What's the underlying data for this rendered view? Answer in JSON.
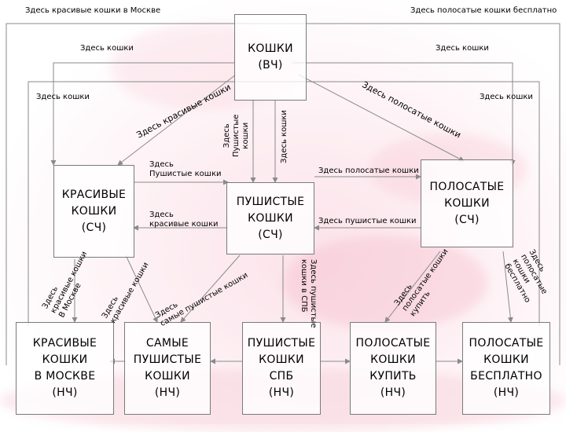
{
  "header": {
    "left": "Здесь красивые кошки в Москве",
    "right": "Здесь полосатые кошки бесплатно"
  },
  "nodes": {
    "root": "КОШКИ\n(ВЧ)",
    "krasivye_sch": "КРАСИВЫЕ\nКОШКИ\n(СЧ)",
    "pushistye_sch": "ПУШИСТЫЕ\nКОШКИ\n(СЧ)",
    "polosatye_sch": "ПОЛОСАТЫЕ\nКОШКИ\n(СЧ)",
    "krasivye_moskva": "КРАСИВЫЕ\nКОШКИ\nВ МОСКВЕ\n(НЧ)",
    "samye_pushistye": "САМЫЕ\nПУШИСТЫЕ\nКОШКИ\n(НЧ)",
    "pushistye_spb": "ПУШИСТЫЕ\nКОШКИ\nСПБ\n(НЧ)",
    "polosatye_kupit": "ПОЛОСАТЫЕ\nКОШКИ\nКУПИТЬ\n(НЧ)",
    "polosatye_besplatno": "ПОЛОСАТЫЕ\nКОШКИ\nБЕСПЛАТНО\n(НЧ)"
  },
  "labels": {
    "koshki_top_left": "Здесь кошки",
    "koshki_top_right": "Здесь кошки",
    "koshki_mid_left": "Здесь кошки",
    "koshki_mid_right": "Здесь кошки",
    "krasivye_diag": "Здесь красивые кошки",
    "polosatye_diag": "Здесь полосатые кошки",
    "pushistye_vert": "Здесь\nПушистые\nкошки",
    "koshki_vert": "Здесь кошки",
    "pushistye_horiz": "Здесь\nПушистые кошки",
    "krasivye_horiz": "Здесь\nкрасивые кошки",
    "polosatye_horiz": "Здесь полосатые кошки",
    "pushistye_horiz2": "Здесь пушистые кошки",
    "krasivye_moskve_diag": "Здесь\nкрасивые кошки\nВ Москве",
    "krasivye_diag2": "Здесь\nкрасивые кошки",
    "samye_diag": "Здесь\nсамые пушистые кошки",
    "spb_diag": "Здесь пушистые\nкошки в СПБ",
    "kupit_diag": "Здесь\nполосатые кошки\nкупить",
    "besplatno_diag": "Здесь\nполосатые кошки\nбесплатно"
  },
  "colors": {
    "line": "#8a8a8a",
    "node_border": "#7a7a7a",
    "background_tint": "#fbe3ea"
  }
}
